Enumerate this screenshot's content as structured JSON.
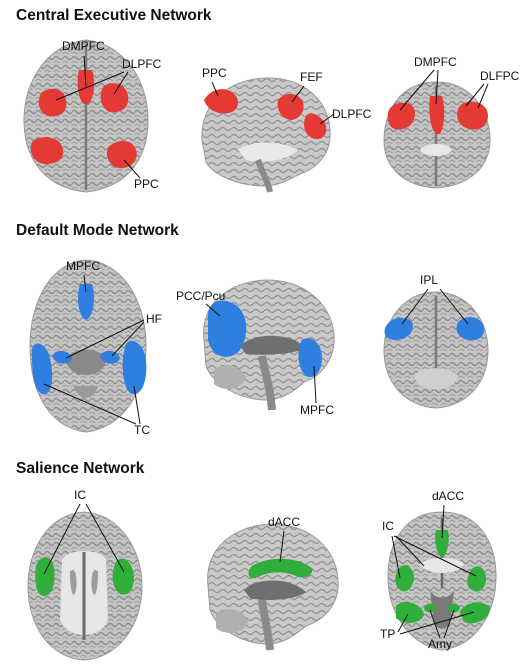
{
  "sections": [
    {
      "title": "Central Executive Network",
      "color": "#e53935",
      "labels": [
        "DMPFC",
        "DLPFC",
        "PPC",
        "PPC",
        "FEF",
        "DLPFC",
        "DMPFC",
        "DLFPC"
      ]
    },
    {
      "title": "Default Mode Network",
      "color": "#2f7fe0",
      "labels": [
        "MPFC",
        "HF",
        "TC",
        "PCC/Pcu",
        "MPFC",
        "IPL"
      ]
    },
    {
      "title": "Salience Network",
      "color": "#2fae3a",
      "labels": [
        "IC",
        "dACC",
        "dACC",
        "IC",
        "TP",
        "Amy"
      ]
    }
  ],
  "brain_colors": {
    "outer": "#c9c9c9",
    "gray": "#a9a9a9",
    "white": "#e4e4e4",
    "dark": "#6b6b6b"
  }
}
